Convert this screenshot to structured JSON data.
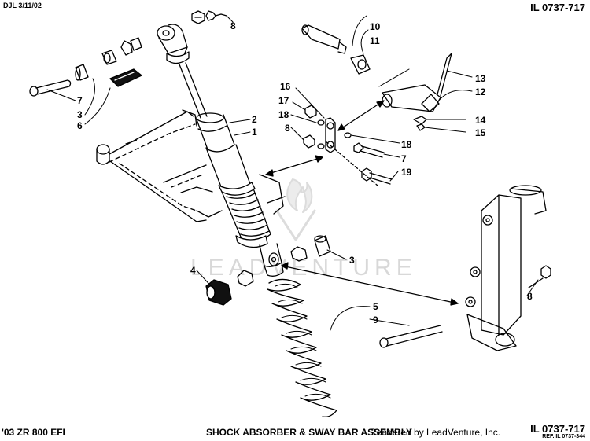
{
  "header": {
    "date_code": "DJL 3/11/02",
    "illustration_id": "IL 0737-717"
  },
  "footer": {
    "model": "'03 ZR 800 EFI",
    "title": "SHOCK ABSORBER & SWAY BAR ASSEMBLY",
    "credit": "Rendered by LeadVenture, Inc.",
    "illustration_id": "IL 0737-717",
    "ref_id": "REF. IL 0737-344"
  },
  "watermark": "LEADVENTURE",
  "callouts": [
    {
      "id": "c8a",
      "label": "8"
    },
    {
      "id": "c10",
      "label": "10"
    },
    {
      "id": "c11",
      "label": "11"
    },
    {
      "id": "c13",
      "label": "13"
    },
    {
      "id": "c12",
      "label": "12"
    },
    {
      "id": "c16",
      "label": "16"
    },
    {
      "id": "c17",
      "label": "17"
    },
    {
      "id": "c18a",
      "label": "18"
    },
    {
      "id": "c8b",
      "label": "8"
    },
    {
      "id": "c14",
      "label": "14"
    },
    {
      "id": "c15",
      "label": "15"
    },
    {
      "id": "c18b",
      "label": "18"
    },
    {
      "id": "c7b",
      "label": "7"
    },
    {
      "id": "c19",
      "label": "19"
    },
    {
      "id": "c2",
      "label": "2"
    },
    {
      "id": "c1",
      "label": "1"
    },
    {
      "id": "c7a",
      "label": "7"
    },
    {
      "id": "c3a",
      "label": "3"
    },
    {
      "id": "c6",
      "label": "6"
    },
    {
      "id": "c4",
      "label": "4"
    },
    {
      "id": "c3b",
      "label": "3"
    },
    {
      "id": "c5",
      "label": "5"
    },
    {
      "id": "c9",
      "label": "9"
    },
    {
      "id": "c8c",
      "label": "8"
    }
  ]
}
